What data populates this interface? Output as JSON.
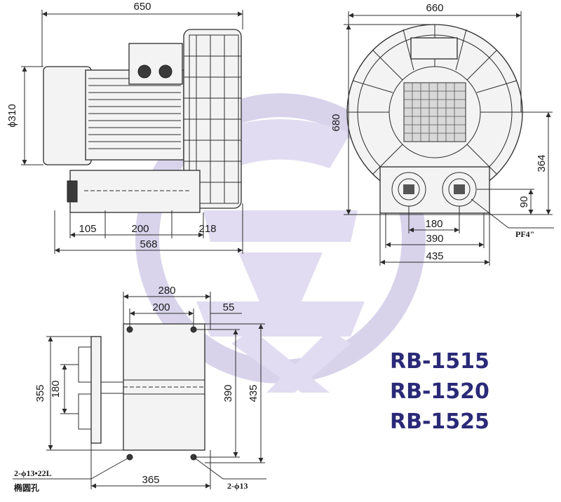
{
  "dimensions": {
    "side_view": {
      "overall_length": "650",
      "diameter": "ϕ310",
      "base_left": "105",
      "base_mid": "200",
      "base_right": "218",
      "base_total": "568"
    },
    "front_view": {
      "overall_width": "660",
      "overall_height": "680",
      "center_height": "364",
      "port_height": "90",
      "port_spacing": "180",
      "base_width": "390",
      "base_total": "435",
      "port_thread": "PF4\""
    },
    "bottom_view": {
      "top_width": "280",
      "inner_width": "200",
      "offset": "55",
      "left_outer": "355",
      "left_inner": "180",
      "right_inner": "390",
      "right_outer": "435",
      "bottom_width": "365",
      "hole_note_left": "2-ϕ13•22L",
      "hole_note_left_sub": "椭圆孔",
      "hole_note_right": "2-ϕ13"
    }
  },
  "models": [
    "RB-1515",
    "RB-1520",
    "RB-1525"
  ],
  "colors": {
    "watermark": "#b9b0dc",
    "model_text": "#2a2a78"
  },
  "watermark_icon": "logo-watermark"
}
